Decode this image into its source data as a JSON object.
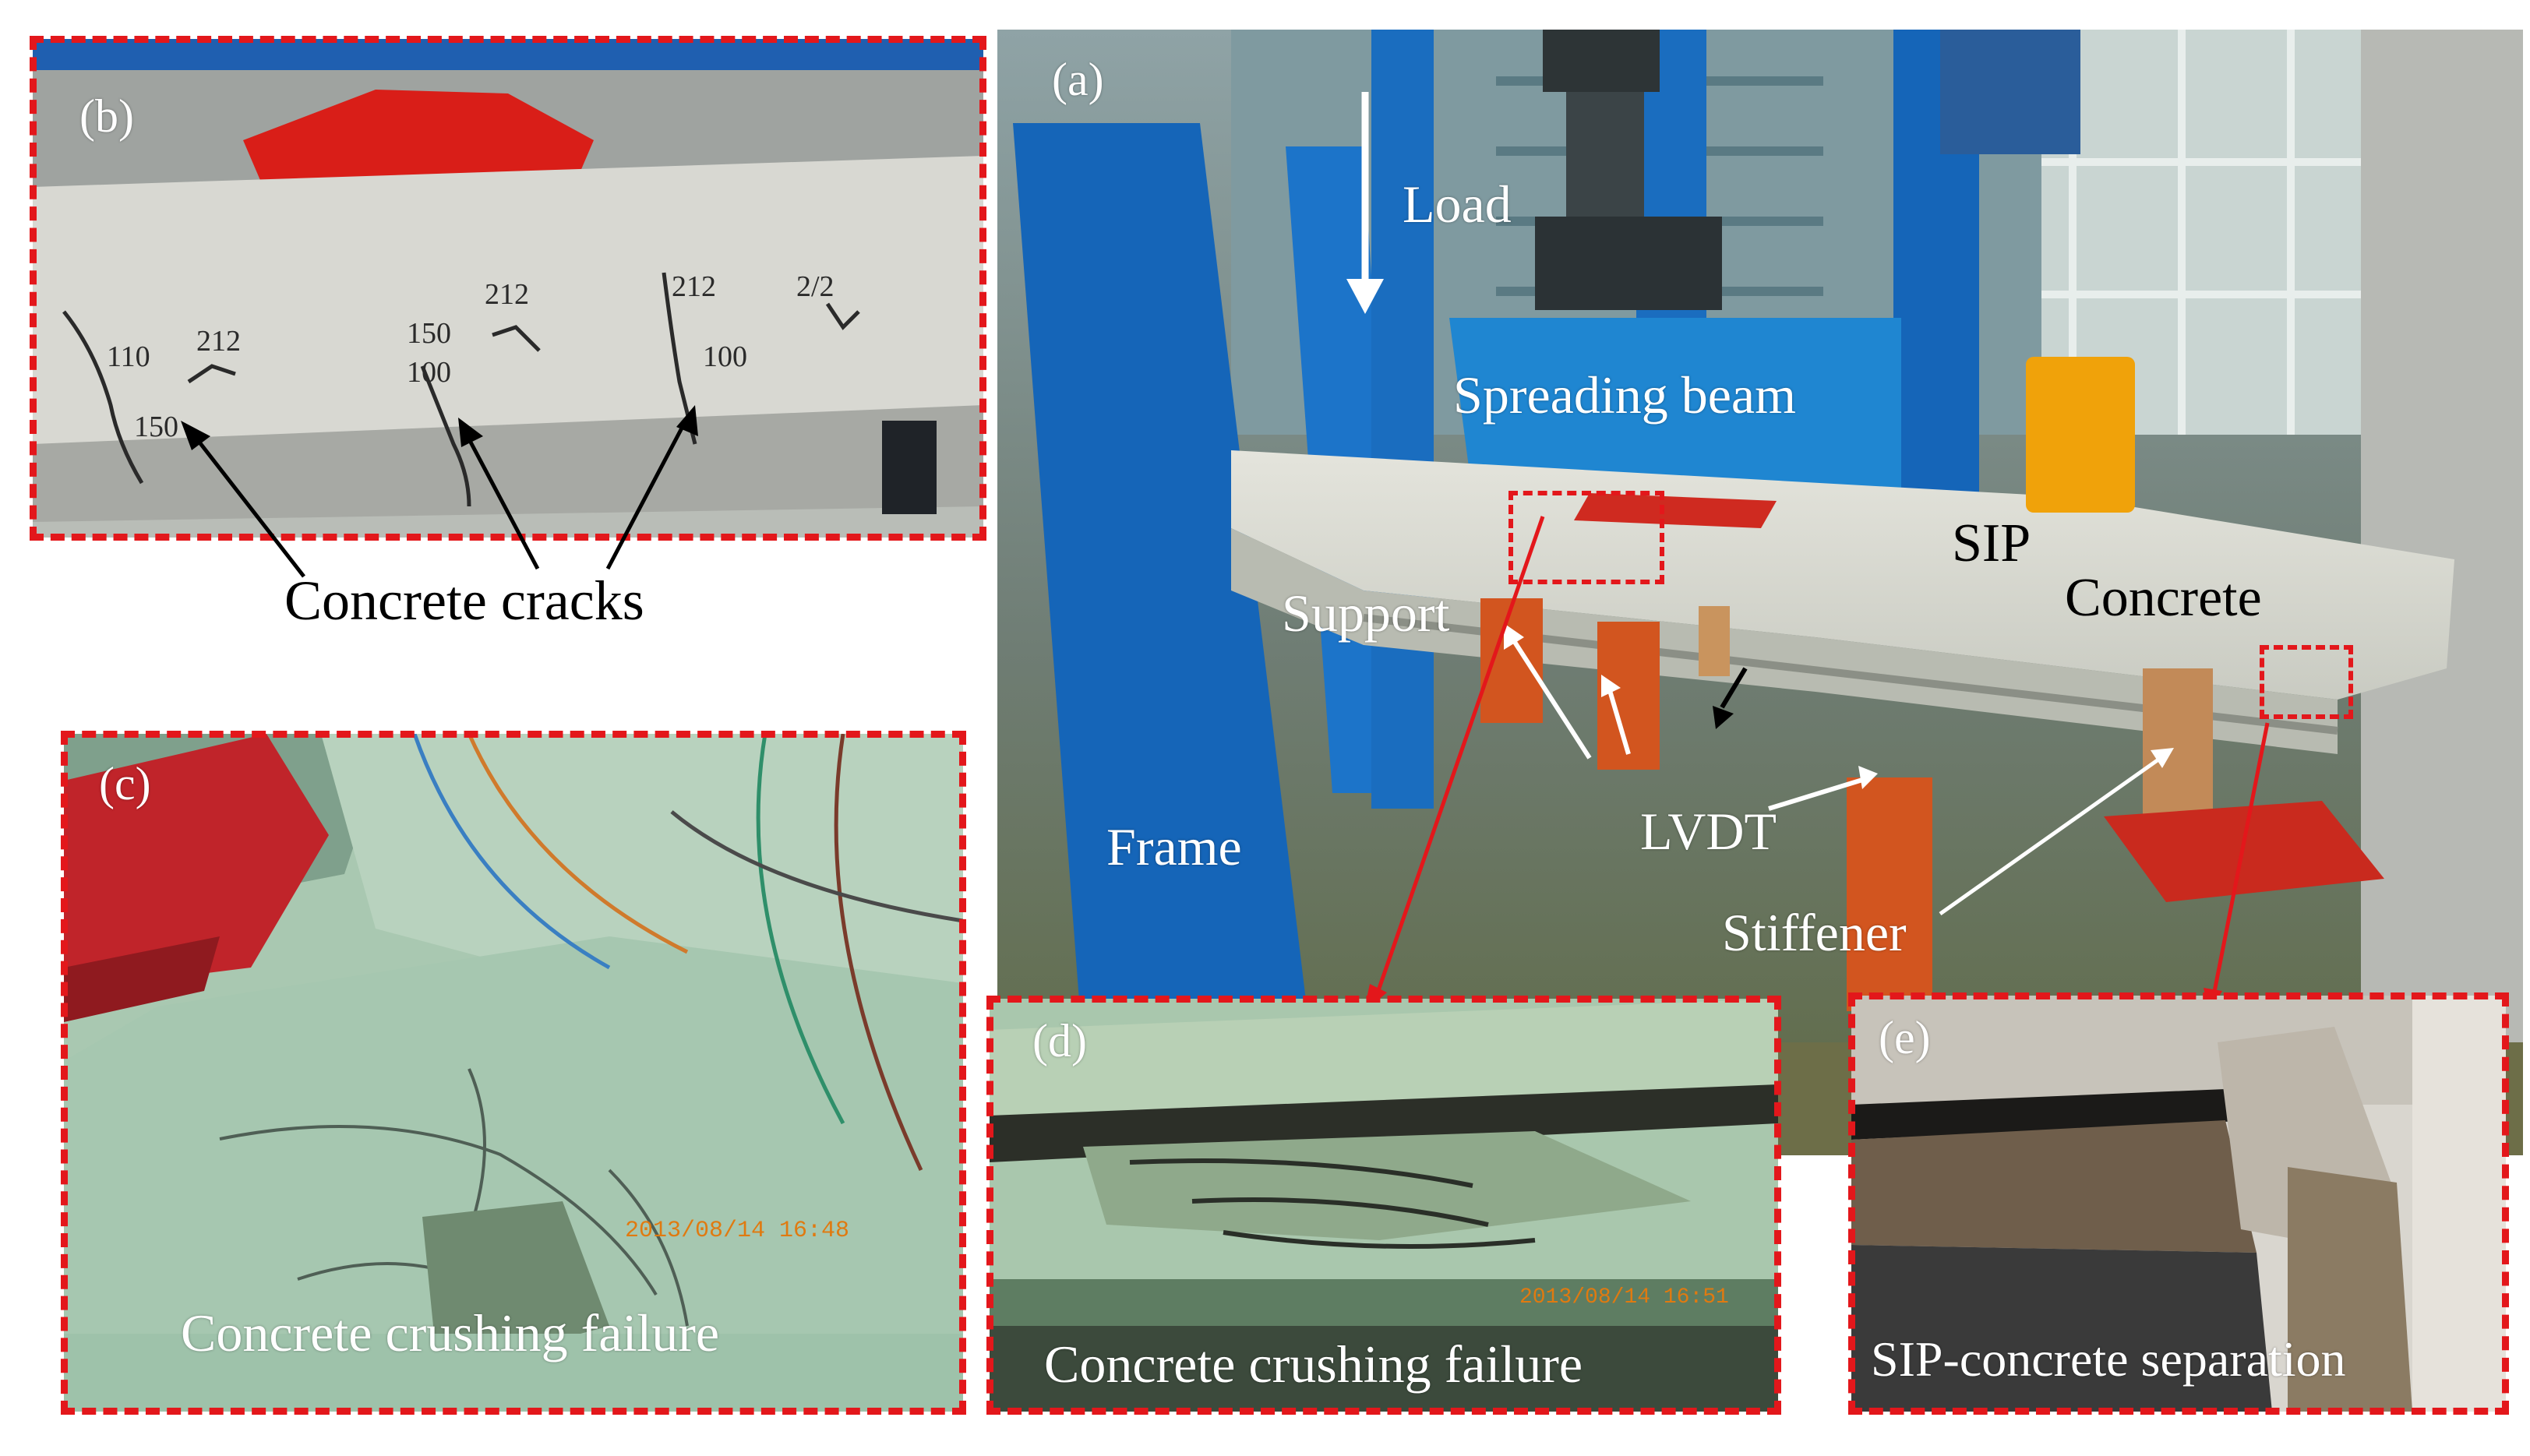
{
  "panels": {
    "a": {
      "letter": "(a)",
      "labels": {
        "load": "Load",
        "spreading_beam": "Spreading beam",
        "sip": "SIP",
        "concrete": "Concrete",
        "support": "Support",
        "frame": "Frame",
        "lvdt": "LVDT",
        "stiffener": "Stiffener"
      }
    },
    "b": {
      "letter": "(b)",
      "caption": "Concrete cracks",
      "crack_marks": [
        "110",
        "212",
        "150",
        "150",
        "212",
        "100",
        "212",
        "2/2",
        "100"
      ]
    },
    "c": {
      "letter": "(c)",
      "caption": "Concrete crushing failure",
      "timestamp": "2013/08/14 16:48"
    },
    "d": {
      "letter": "(d)",
      "caption": "Concrete crushing failure",
      "timestamp": "2013/08/14 16:51"
    },
    "e": {
      "letter": "(e)",
      "caption": "SIP-concrete separation"
    }
  },
  "colors": {
    "frame_blue": "#1565b8",
    "dash_red": "#e3171b",
    "support_orange": "#d2551f"
  }
}
